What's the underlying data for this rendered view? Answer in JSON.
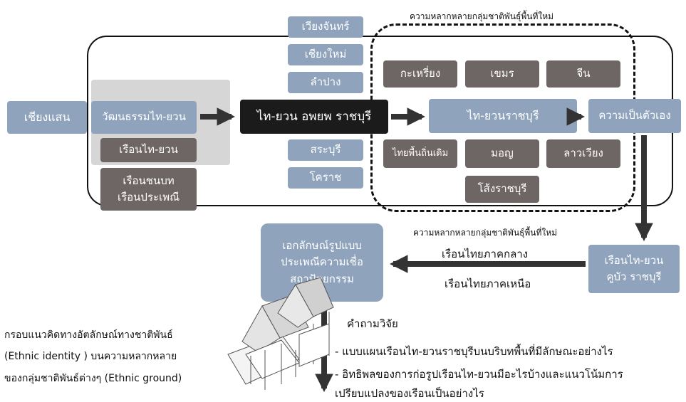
{
  "top_label": "ความหลากหลายกลุ่มชาติพันธุ์พื้นที่ใหม่",
  "left_box": "เชียงแสน",
  "culture_box": "วัฒนธรรมไท-ยวน",
  "house_box": "เรือนไท-ยวน",
  "rural_box": "เรือนชนบท\nเรือนประเพณี",
  "migration_box": "ไท-ยวน อพยพ ราชบุรี",
  "cities": [
    "เวียงจันทร์",
    "เชียงใหม่",
    "ลำปาง",
    "สระบุรี",
    "โคราช"
  ],
  "ethnic_groups_top": [
    "กะเหรี่ยง",
    "เขมร",
    "จีน"
  ],
  "ratchaburi_box": "ไท-ยวนราชบุรี",
  "ethnic_groups_bottom": [
    "ไทยพื้นถิ่นเดิม",
    "มอญ",
    "ลาวเวียง"
  ],
  "solong_box": "โส้งราชบุรี",
  "identity_box": "ความเป็นตัวเอง",
  "khubua_box": "เรือนไท-ยวน\nคูบัว ราชบุรี",
  "middle_label": "ความหลากหลายกลุ่มชาติพันธุ์พื้นที่ใหม่",
  "central_house": "เรือนไทยภาคกลาง",
  "northern_house": "เรือนไทยภาคเหนือ",
  "unique_box": "เอกลักษณ์รูปแบบ\nประเพณีความเชื่อ\nสถาปัตยกรรม",
  "questions_title": "คำถามวิจัย",
  "questions": [
    "- แบบแผนเรือนไท-ยวนราชบุรีบนบริบทพื้นที่มีลักษณะอย่างไร",
    "- อิทธิพลของการก่อรูปเรือนไท-ยวนมีอะไรบ้างและแนวโน้มการ",
    "  เปรียบแปลงของเรือนเป็นอย่างไร"
  ],
  "framework_text": [
    "กรอบแนวคิดทางอัตลักษณ์ทางชาติพันธ์",
    "(Ethnic identity ) บนความหลากหลาย",
    "ของกลุ่มชาติพันธ์ต่างๆ (Ethnic ground)"
  ],
  "colors": {
    "blue": "#8fa3bd",
    "gray": "#6e6565",
    "black": "#1b1b1b",
    "light_gray": "#d6d6d6"
  },
  "icons": [
    "thai-house-drawing"
  ]
}
